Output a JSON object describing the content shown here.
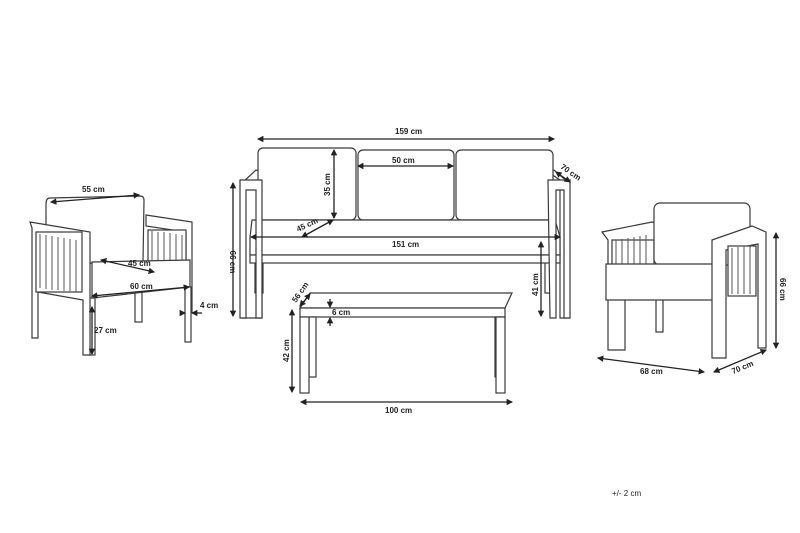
{
  "armchair_left": {
    "backrest_width": "55 cm",
    "seat_depth": "45 cm",
    "seat_width": "60 cm",
    "leg_width": "4 cm",
    "leg_height": "27 cm"
  },
  "sofa": {
    "total_width": "159 cm",
    "cushion_width": "50 cm",
    "depth": "70 cm",
    "backrest_height": "35 cm",
    "seat_depth": "45 cm",
    "seat_width": "151 cm",
    "total_height": "66 cm",
    "seat_height": "41 cm"
  },
  "coffee_table": {
    "depth": "56 cm",
    "top_thickness": "6 cm",
    "height": "42 cm",
    "width": "100 cm"
  },
  "armchair_right": {
    "height": "66 cm",
    "width": "68 cm",
    "depth": "70 cm"
  },
  "tolerance": "+/- 2 cm",
  "colors": {
    "line": "#3a3a3a",
    "dimension": "#222222"
  }
}
